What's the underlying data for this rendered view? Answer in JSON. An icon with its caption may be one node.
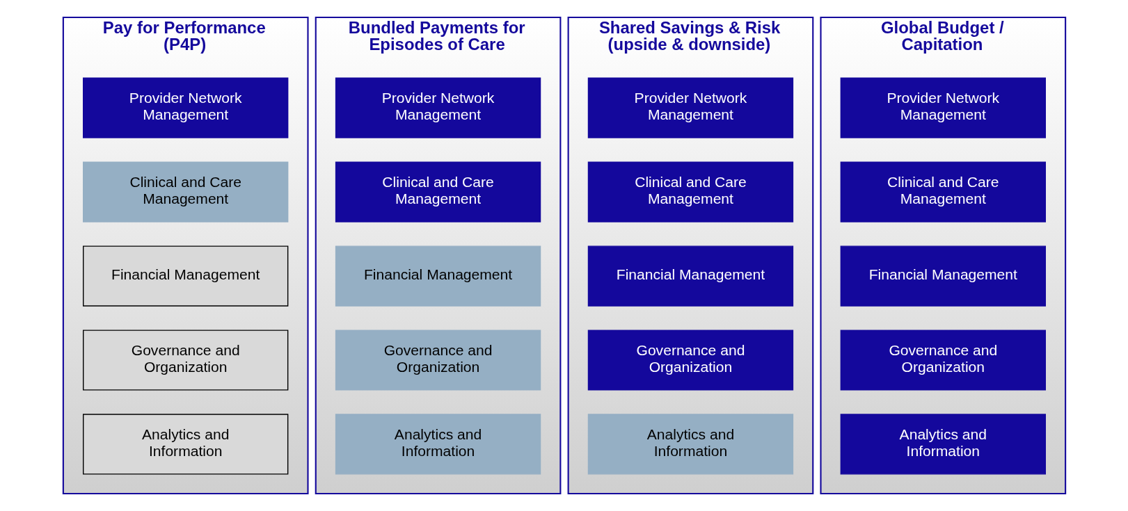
{
  "diagram": {
    "nodes": [
      {
        "text": [
          "Pay for Performance (P4P)"
        ]
      },
      {
        "text": [
          "Provider Network Management"
        ],
        "in": 0
      },
      {
        "text": [
          "Clinical and Care Management"
        ],
        "in": 0
      },
      {
        "text": [
          "Financial Management"
        ],
        "in": 0
      },
      {
        "text": [
          "Governance and Organization"
        ],
        "in": 0
      },
      {
        "text": [
          "Analytics and Information"
        ],
        "in": 0
      },
      {
        "text": [
          "Bundled Payments for Episodes of Care"
        ]
      },
      {
        "text": [
          "Provider Network Management"
        ],
        "in": 6
      },
      {
        "text": [
          "Clinical and Care Management"
        ],
        "in": 6
      },
      {
        "text": [
          "Financial Management"
        ],
        "in": 6
      },
      {
        "text": [
          "Governance and Organization"
        ],
        "in": 6
      },
      {
        "text": [
          "Analytics and Information"
        ],
        "in": 6
      },
      {
        "text": [
          "Shared Savings & Risk (upside & downside)"
        ]
      },
      {
        "text": [
          "Provider Network Management"
        ],
        "in": 12
      },
      {
        "text": [
          "Clinical and Care Management"
        ],
        "in": 12
      },
      {
        "text": [
          "Financial Management"
        ],
        "in": 12
      },
      {
        "text": [
          "Governance and Organization"
        ],
        "in": 12
      },
      {
        "text": [
          "Analytics and Information"
        ],
        "in": 12
      },
      {
        "text": [
          "Global Budget / Capitation"
        ]
      },
      {
        "text": [
          "Provider Network Management"
        ],
        "in": 18
      },
      {
        "text": [
          "Clinical and Care Management"
        ],
        "in": 18
      },
      {
        "text": [
          "Financial Management"
        ],
        "in": 18
      },
      {
        "text": [
          "Governance and Organization"
        ],
        "in": 18
      },
      {
        "text": [
          "Analytics and Information"
        ],
        "in": 18
      }
    ],
    "edges": []
  }
}
